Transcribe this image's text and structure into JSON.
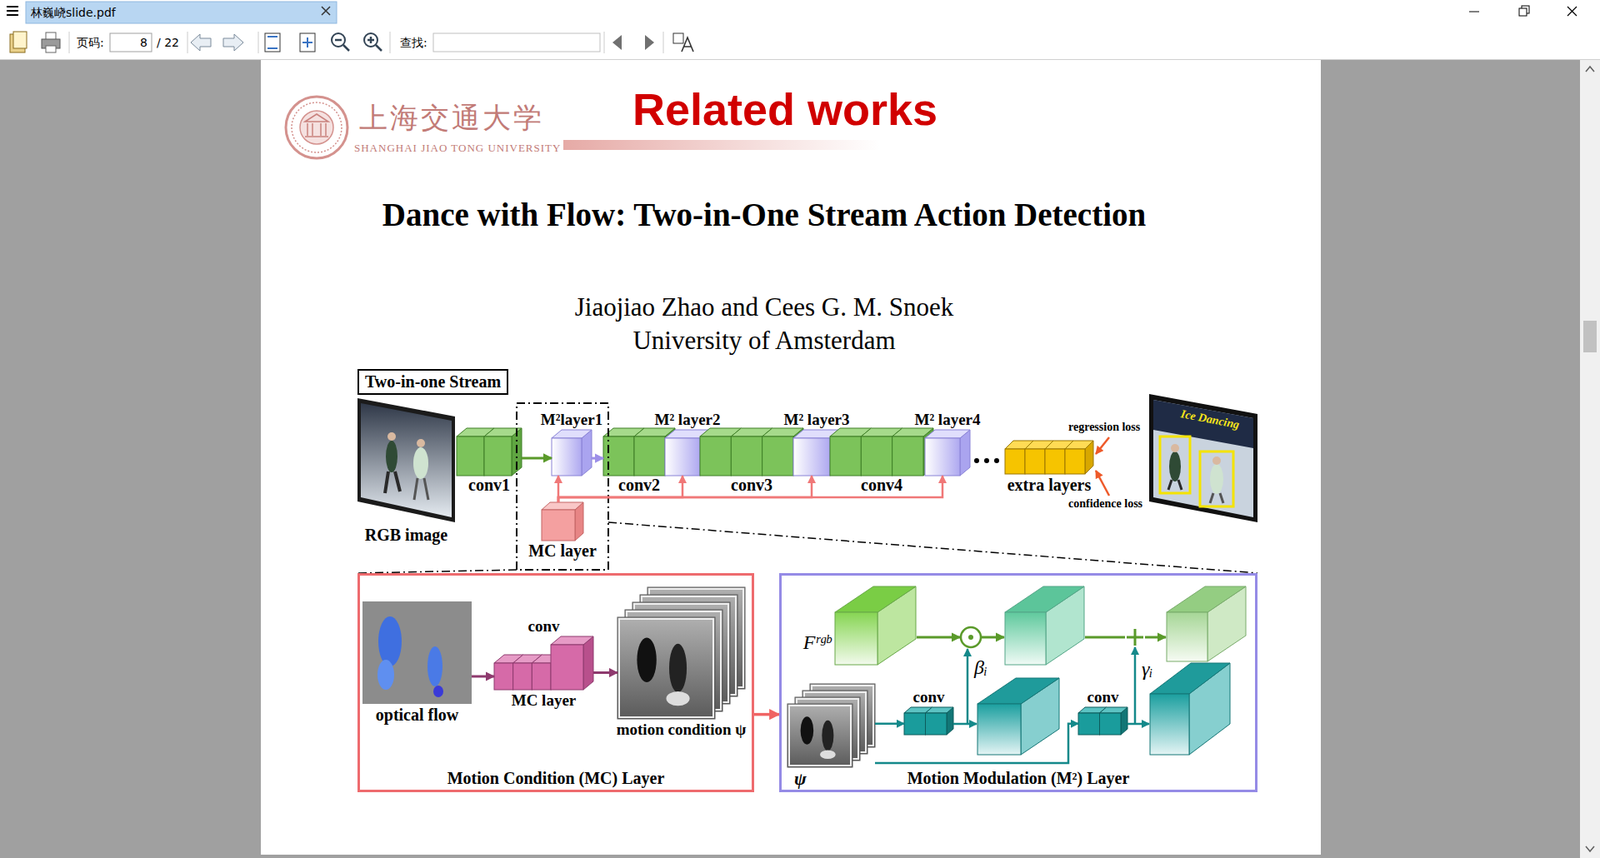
{
  "diagram": {
    "title": "Related works",
    "nodes": [
      {
        "text": [
          "Two-in-one Stream"
        ]
      },
      {
        "text": [
          "RGB image"
        ]
      },
      {
        "text": [
          "conv1"
        ]
      },
      {
        "text": [
          "M²layer1"
        ]
      },
      {
        "text": [
          "conv2"
        ]
      },
      {
        "text": [
          "M² layer2"
        ]
      },
      {
        "text": [
          "conv3"
        ]
      },
      {
        "text": [
          "M² layer3"
        ]
      },
      {
        "text": [
          "conv4"
        ]
      },
      {
        "text": [
          "M² layer4"
        ]
      },
      {
        "text": [
          "extra layers"
        ]
      },
      {
        "text": [
          "Ice Dancing"
        ]
      },
      {
        "text": [
          "MC layer"
        ]
      },
      {
        "text": [
          "Motion Condition (MC) Layer"
        ]
      },
      {
        "text": [
          "optical flow"
        ],
        "in": 13
      },
      {
        "text": [
          "conv",
          "MC layer"
        ],
        "in": 13
      },
      {
        "text": [
          "motion condition ψ"
        ],
        "in": 13
      },
      {
        "text": [
          "Motion Modulation (M²) Layer"
        ]
      },
      {
        "text": [
          "Fʳᵍᵇ"
        ],
        "in": 17
      },
      {
        "text": [
          "ψ"
        ],
        "in": 17
      },
      {
        "text": [
          "conv"
        ],
        "in": 17
      },
      {
        "text": [
          "conv"
        ],
        "in": 17
      }
    ],
    "edges": [
      {
        "from": 2,
        "to": 3,
        "arrow": "to"
      },
      {
        "from": 3,
        "to": 4,
        "arrow": "to"
      },
      {
        "from": 12,
        "to": 3,
        "arrow": "to"
      },
      {
        "from": 12,
        "to": 5,
        "arrow": "to"
      },
      {
        "from": 12,
        "to": 7,
        "arrow": "to"
      },
      {
        "from": 12,
        "to": 9,
        "arrow": "to"
      },
      {
        "from": 14,
        "to": 15,
        "arrow": "to"
      },
      {
        "from": 15,
        "to": 16,
        "arrow": "to"
      },
      {
        "from": 13,
        "to": 17,
        "arrow": "to"
      },
      {
        "from": 19,
        "to": 20,
        "arrow": "to"
      },
      {
        "from": 19,
        "to": 21,
        "arrow": "to"
      }
    ],
    "labels": [
      "林巍峣slide.pdf",
      "页码:",
      "8",
      "/ 22",
      "查找:",
      "上海交通大学",
      "SHANGHAI JIAO TONG UNIVERSITY",
      "Dance with Flow: Two-in-One Stream Action Detection",
      "Jiaojiao Zhao and Cees G. M. Snoek",
      "University of Amsterdam",
      "regression loss",
      "confidence loss",
      "βᵢ",
      "γᵢ"
    ]
  }
}
